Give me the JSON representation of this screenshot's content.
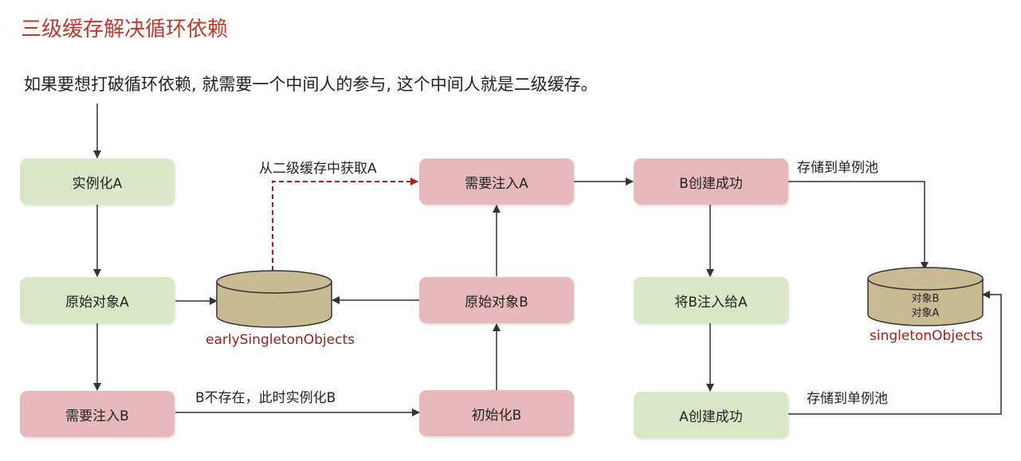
{
  "title": "三级缓存解决循环依赖",
  "subtitle": "如果要想打破循环依赖, 就需要一个中间人的参与, 这个中间人就是二级缓存。",
  "nodes": {
    "instantiate_a": "实例化A",
    "raw_object_a": "原始对象A",
    "need_inject_b": "需要注入B",
    "need_inject_a": "需要注入A",
    "raw_object_b": "原始对象B",
    "init_b": "初始化B",
    "b_created": "B创建成功",
    "inject_b_to_a": "将B注入给A",
    "a_created": "A创建成功"
  },
  "edge_labels": {
    "get_from_second_cache": "从二级缓存中获取A",
    "b_not_exist": "B不存在，此时实例化B",
    "store_singleton_pool_1": "存储到单例池",
    "store_singleton_pool_2": "存储到单例池"
  },
  "caches": {
    "early_singleton": {
      "name": "earlySingletonObjects"
    },
    "singleton": {
      "name": "singletonObjects",
      "items": [
        "对象B",
        "对象A"
      ]
    }
  },
  "colors": {
    "green_node": "#d9e7c6",
    "pink_node": "#e8b9bc",
    "cache_fill": "#c8bb92",
    "title": "#c0392b",
    "dashed_arrow": "#b01c1c",
    "cache_label": "#9b1c1c"
  }
}
